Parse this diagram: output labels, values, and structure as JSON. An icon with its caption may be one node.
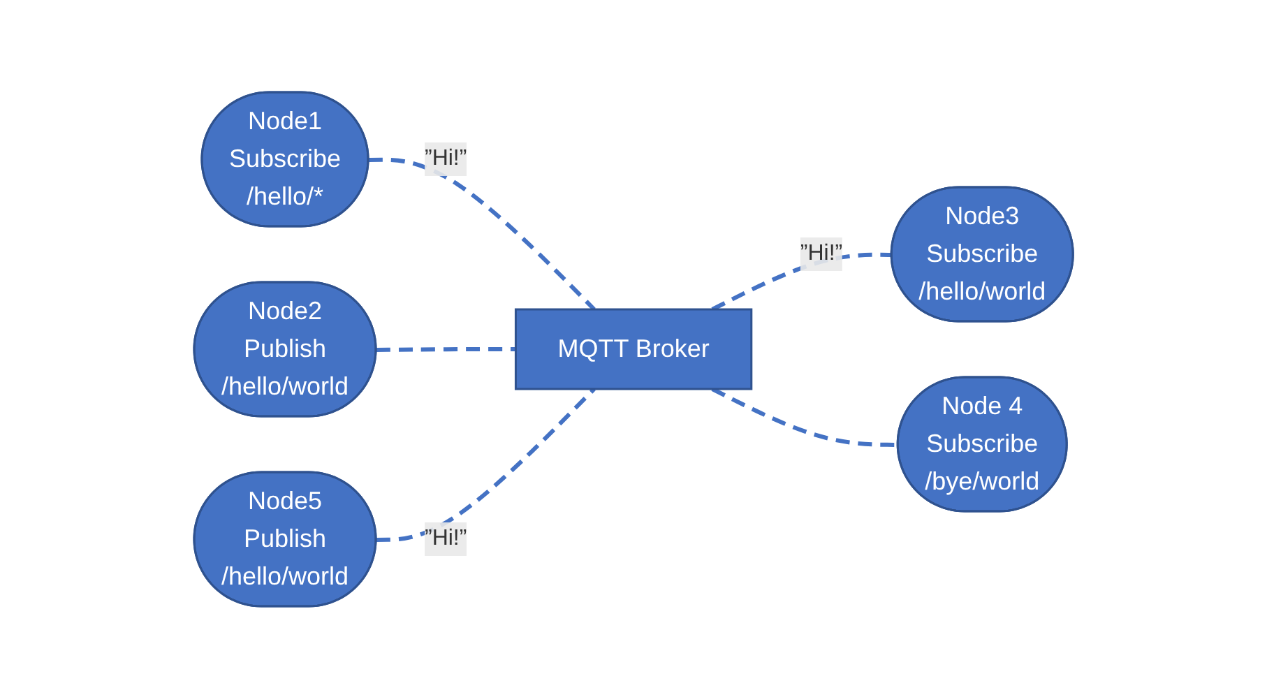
{
  "diagram": {
    "nodes": [
      {
        "text": [
          "Node1",
          "Subscribe",
          "/hello/*"
        ]
      },
      {
        "text": [
          "Node2",
          "Publish",
          "/hello/world"
        ]
      },
      {
        "text": [
          "MQTT Broker"
        ]
      },
      {
        "text": [
          "Node5",
          "Publish",
          "/hello/world"
        ]
      },
      {
        "text": [
          "Node3",
          "Subscribe",
          "/hello/world"
        ]
      },
      {
        "text": [
          "Node 4",
          "Subscribe",
          "/bye/world"
        ]
      }
    ],
    "edges": [
      {
        "from": 0,
        "to": 2,
        "arrow": "none",
        "style": "dashed",
        "label": "”Hi!”"
      },
      {
        "from": 1,
        "to": 2,
        "arrow": "none",
        "style": "dashed"
      },
      {
        "from": 3,
        "to": 2,
        "arrow": "none",
        "style": "dashed",
        "label": "”Hi!”"
      },
      {
        "from": 2,
        "to": 4,
        "arrow": "none",
        "style": "dashed",
        "label": "”Hi!”"
      },
      {
        "from": 2,
        "to": 5,
        "arrow": "none",
        "style": "dashed"
      }
    ]
  }
}
